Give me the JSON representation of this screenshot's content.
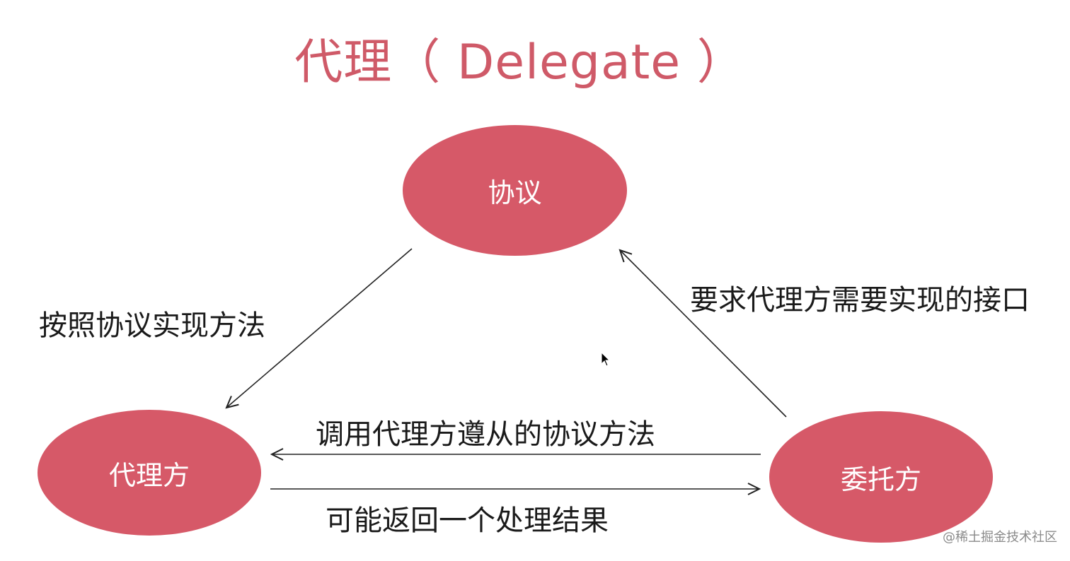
{
  "title": "代理（ Delegate ）",
  "nodes": {
    "protocol": "协议",
    "delegate": "代理方",
    "delegator": "委托方"
  },
  "edges": {
    "implement": "按照协议实现方法",
    "require": "要求代理方需要实现的接口",
    "call": "调用代理方遵从的协议方法",
    "return": "可能返回一个处理结果"
  },
  "watermark": "@稀土掘金技术社区",
  "colors": {
    "accent": "#d65968",
    "title": "#cf5a68",
    "text": "#1a1a1a",
    "line": "#222222"
  }
}
